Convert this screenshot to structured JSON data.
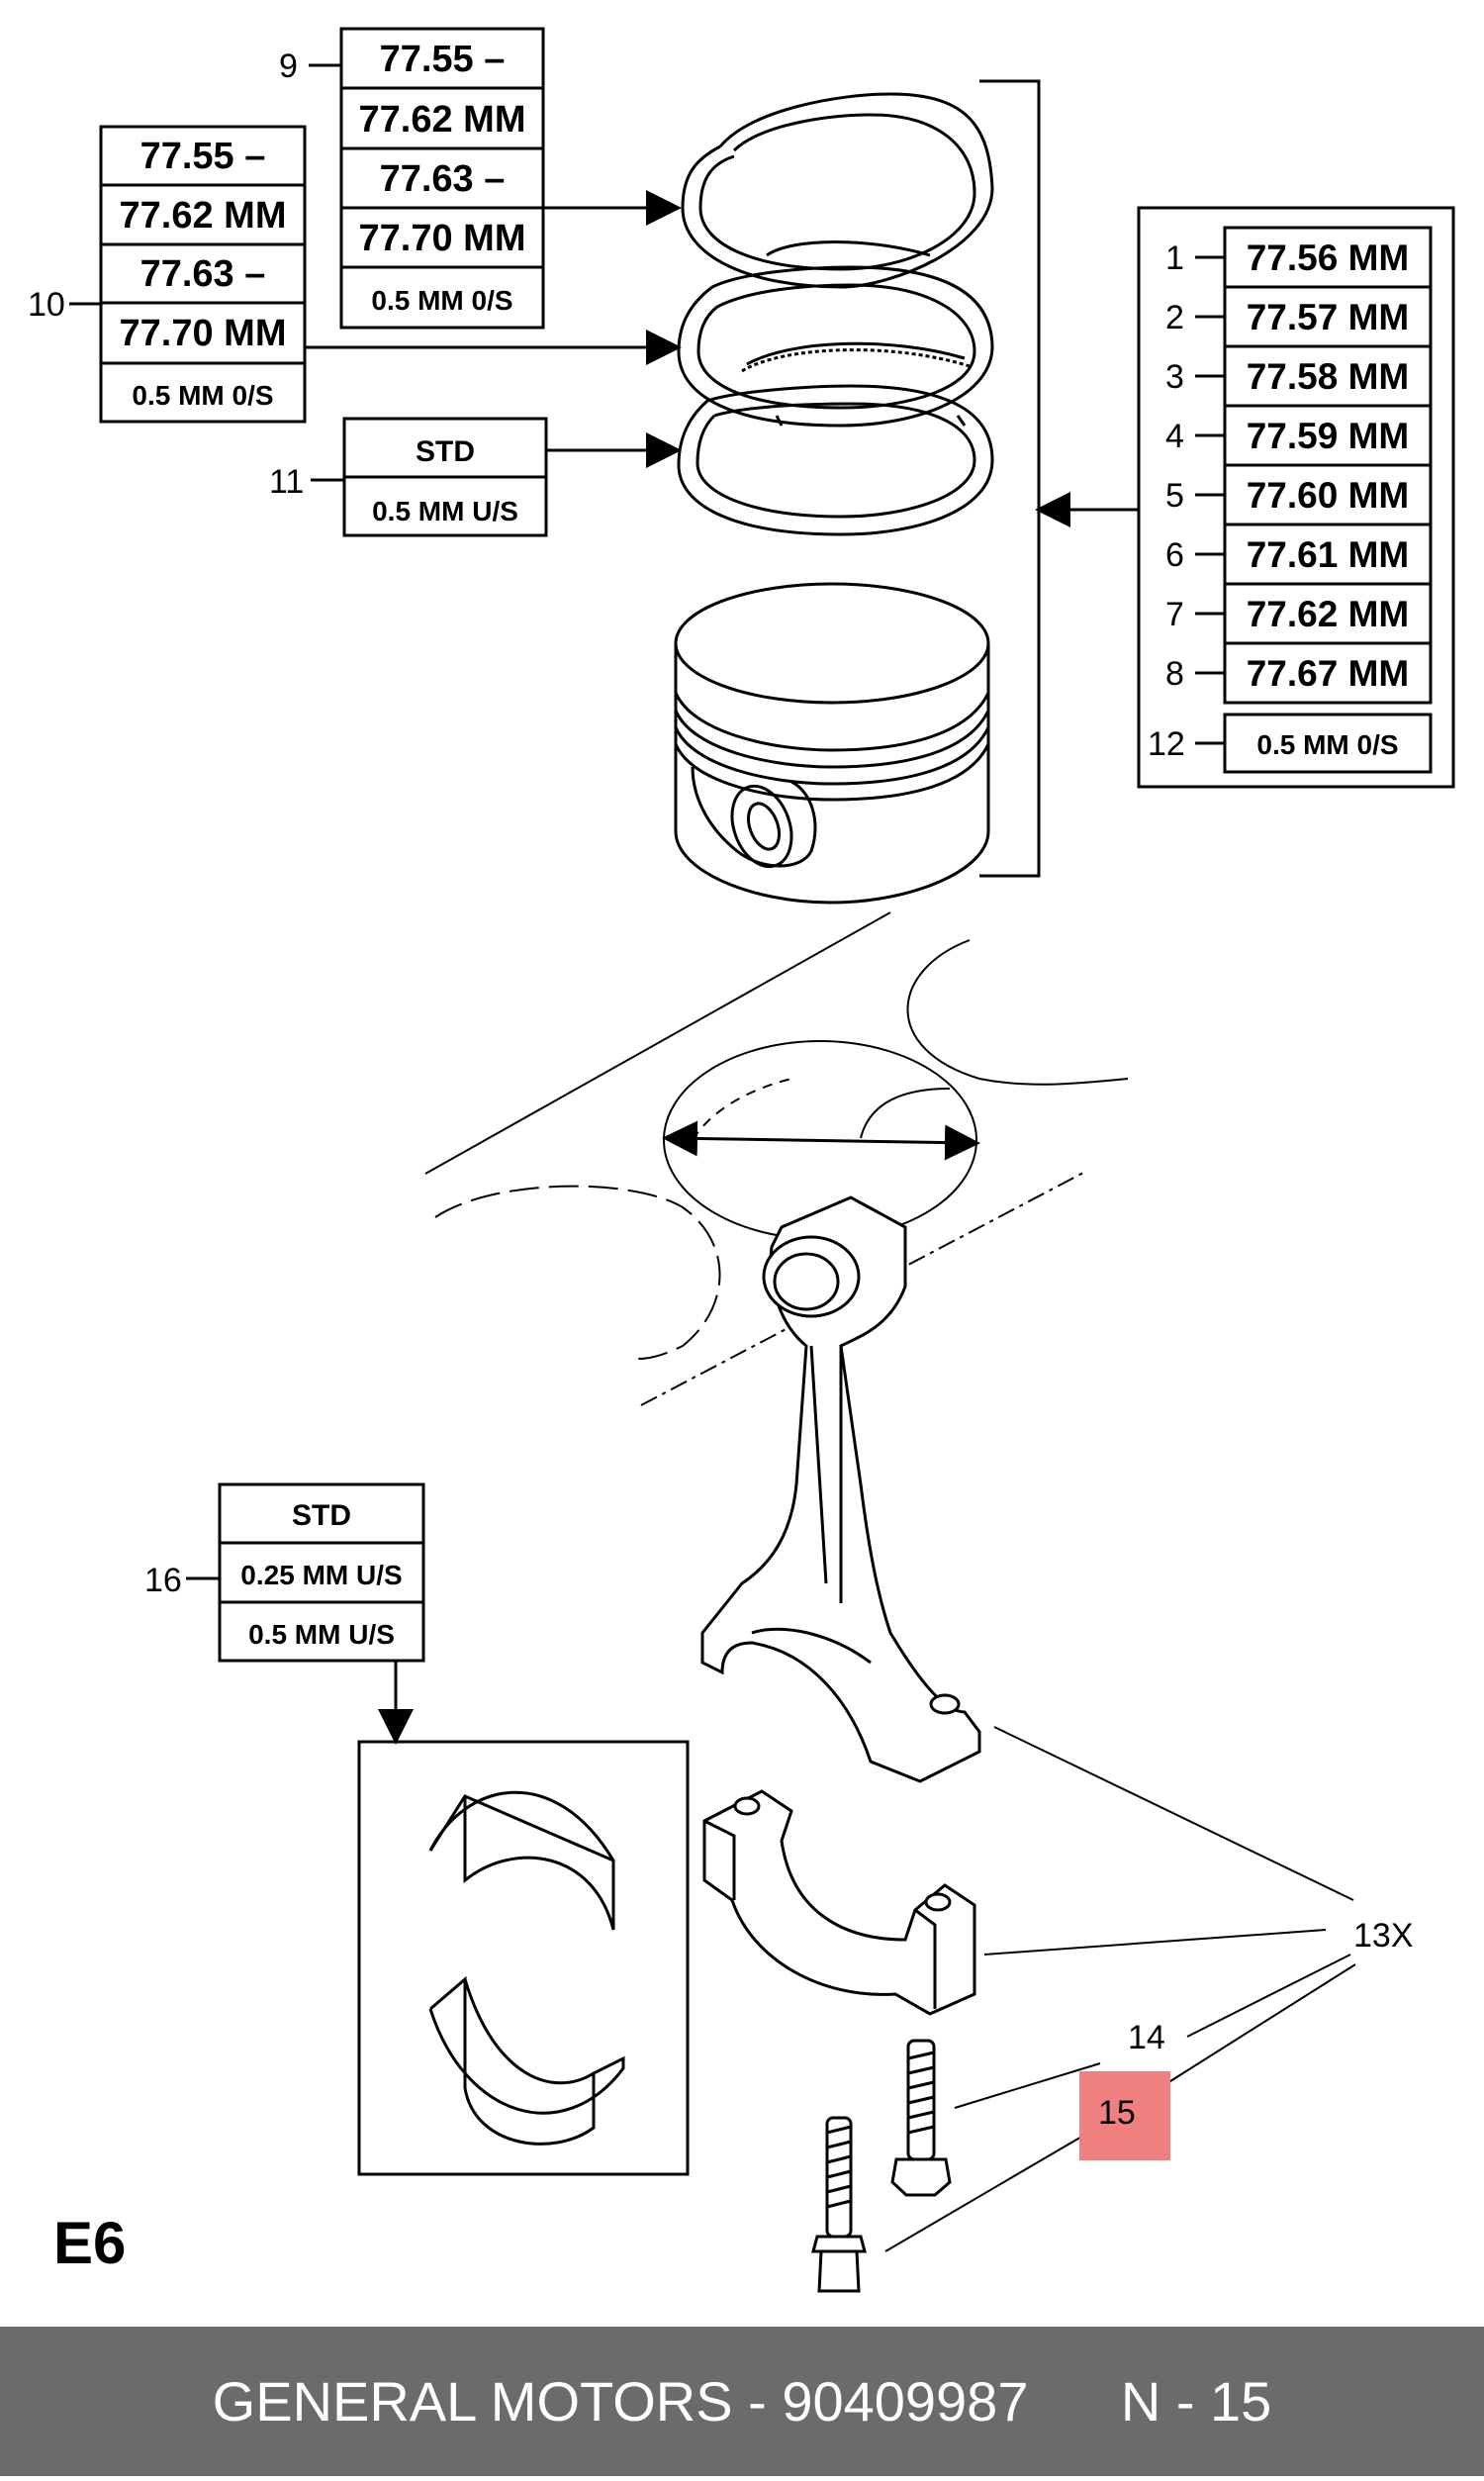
{
  "colors": {
    "footer_bg": "#6b6b6b",
    "footer_text": "#ffffff",
    "highlight": "#f08080"
  },
  "tables": {
    "t9": {
      "callout": "9",
      "cells": [
        "77.55 –",
        "77.62 MM",
        "77.63 –",
        "77.70 MM",
        "0.5 MM 0/S"
      ]
    },
    "t10": {
      "callout": "10",
      "cells": [
        "77.55 –",
        "77.62 MM",
        "77.63 –",
        "77.70 MM",
        "0.5 MM 0/S"
      ]
    },
    "t11": {
      "callout": "11",
      "cells": [
        "STD",
        "0.5 MM U/S"
      ]
    },
    "t16": {
      "callout": "16",
      "cells": [
        "STD",
        "0.25 MM U/S",
        "0.5 MM U/S"
      ]
    },
    "sizes": {
      "rows": [
        {
          "callout": "1",
          "value": "77.56 MM"
        },
        {
          "callout": "2",
          "value": "77.57 MM"
        },
        {
          "callout": "3",
          "value": "77.58 MM"
        },
        {
          "callout": "4",
          "value": "77.59 MM"
        },
        {
          "callout": "5",
          "value": "77.60 MM"
        },
        {
          "callout": "6",
          "value": "77.61 MM"
        },
        {
          "callout": "7",
          "value": "77.62 MM"
        },
        {
          "callout": "8",
          "value": "77.67 MM"
        }
      ],
      "oversize": {
        "callout": "12",
        "value": "0.5 MM 0/S"
      }
    }
  },
  "callouts": {
    "c13": "13X",
    "c14": "14",
    "c15": "15"
  },
  "page_code": "E6",
  "footer": {
    "text": "GENERAL MOTORS - 90409987      N - 15"
  }
}
